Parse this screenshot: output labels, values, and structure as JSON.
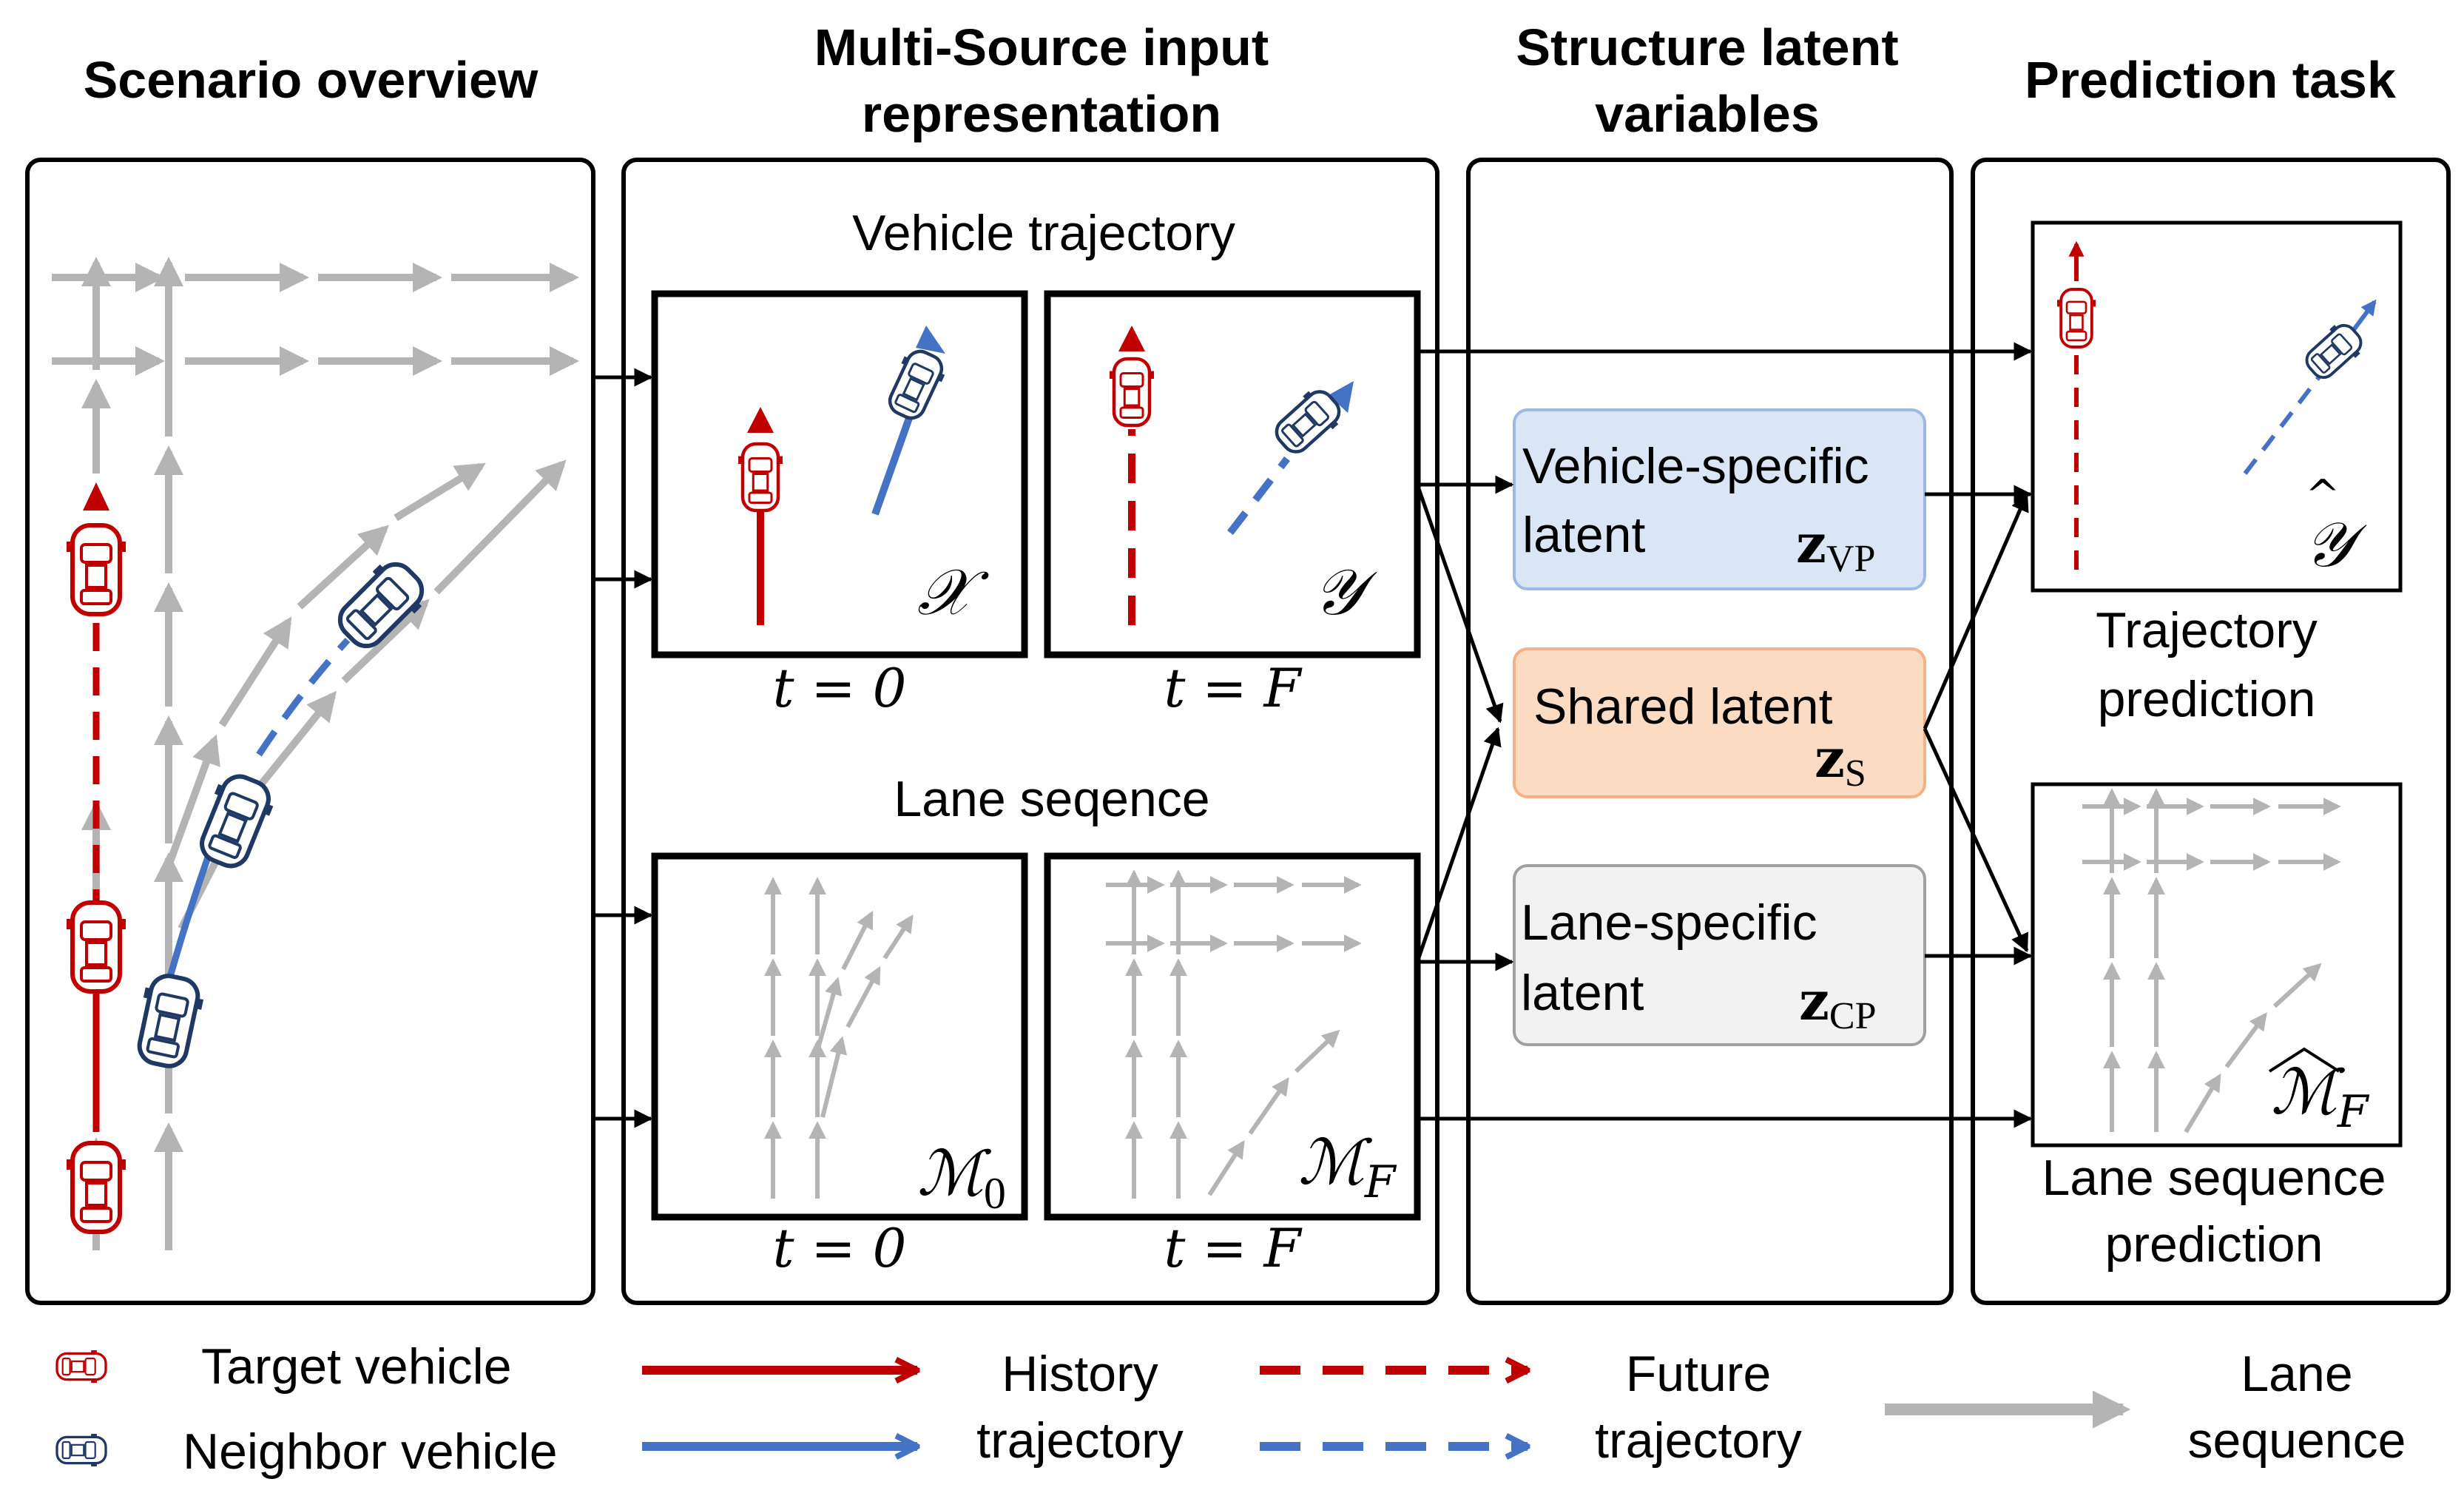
{
  "headers": {
    "scenario": "Scenario overview",
    "multisource_line1": "Multi-Source input",
    "multisource_line2": "representation",
    "latent_line1": "Structure latent",
    "latent_line2": "variables",
    "prediction": "Prediction task"
  },
  "multisource": {
    "vehicle_title": "Vehicle trajectory",
    "lane_title": "Lane seqence",
    "x_symbol": "𝒳",
    "y_symbol": "𝒴",
    "m_symbol": "ℳ",
    "m0_sub": "0",
    "mf_sub": "F",
    "time_zero": "t = 0",
    "time_f": "t = F"
  },
  "latent": {
    "vehicle_line1": "Vehicle-specific",
    "vehicle_line2": "latent",
    "vehicle_symbol": "z",
    "vehicle_sub": "VP",
    "shared_line1": "Shared  latent",
    "shared_symbol": "z",
    "shared_sub": "S",
    "lane_line1": "Lane-specific",
    "lane_line2": "latent",
    "lane_symbol": "z",
    "lane_sub": "CP",
    "colors": {
      "vehicle": "#dae6f6",
      "shared": "#fbdcc2",
      "lane": "#f2f2f2"
    }
  },
  "prediction": {
    "traj_line1": "Trajectory",
    "traj_line2": "prediction",
    "traj_symbol": "𝒴",
    "lane_line1": "Lane sequence",
    "lane_line2": "prediction",
    "lane_symbol": "ℳ",
    "lane_sub": "F"
  },
  "legend": {
    "target_vehicle": "Target vehicle",
    "neighbor_vehicle": "Neighbor vehicle",
    "history_line1": "History",
    "history_line2": "trajectory",
    "future_line1": "Future",
    "future_line2": "trajectory",
    "lane_line1": "Lane",
    "lane_line2": "sequence"
  },
  "colors": {
    "target": "#c00000",
    "neighbor": "#4472c4",
    "neighbor_outline": "#1f3864",
    "lane": "#b4b4b4"
  },
  "icons": [
    "car-icon",
    "arrow-icon"
  ]
}
